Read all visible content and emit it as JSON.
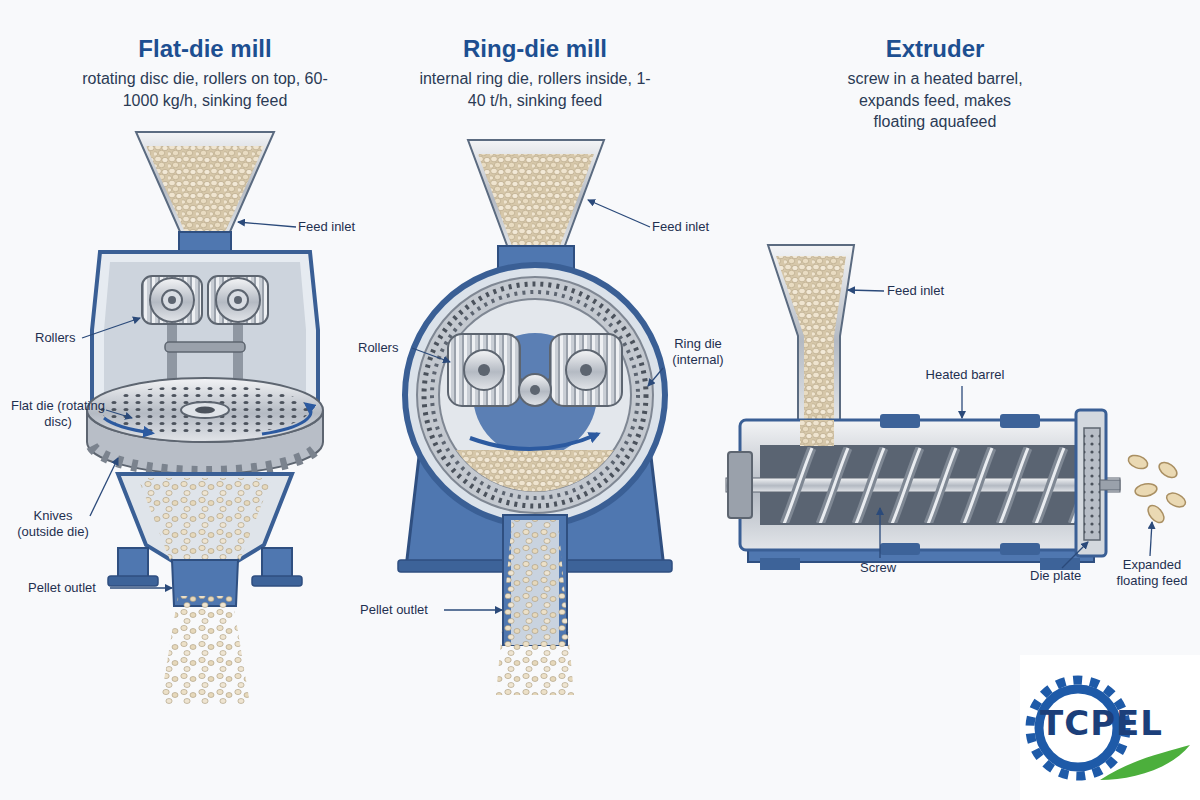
{
  "diagram": {
    "labels": [
      "Flat-die mill",
      "rotating disc die, rollers on top, 60-1000 kg/h, sinking feed",
      "Ring-die mill",
      "internal ring die, rollers inside, 1-40 t/h, sinking feed",
      "Extruder",
      "screw in a heated barrel, expands feed, makes floating aquafeed",
      "Feed inlet",
      "Rollers",
      "Flat die (rotating disc)",
      "Knives (outside die)",
      "Pellet outlet",
      "Feed inlet",
      "Rollers",
      "Ring die (internal)",
      "Pellet outlet",
      "Feed inlet",
      "Heated barrel",
      "Screw",
      "Die plate",
      "Expanded floating feed",
      "TCPEL"
    ]
  }
}
